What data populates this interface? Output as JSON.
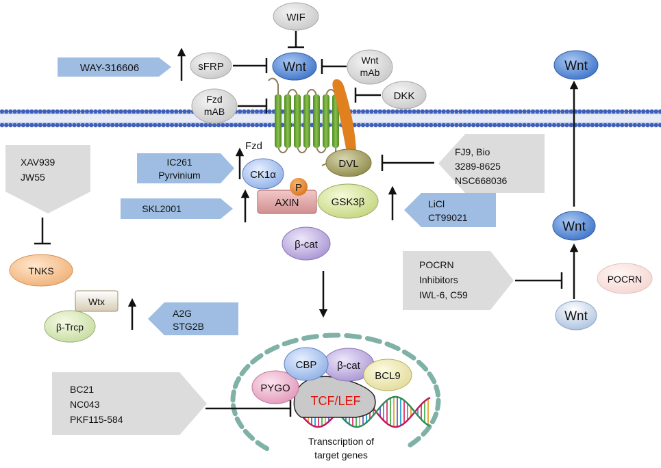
{
  "colors": {
    "membrane_head": "#3f5fb8",
    "drug_blue": "#9fbde3",
    "inhib_gray": "#dcdcdc",
    "receptor_green": "#5d9b2a",
    "dvl_orange": "#e0801f",
    "tcf_red": "#e3120b"
  },
  "extracellular": {
    "wnt": "Wnt",
    "wif": "WIF",
    "sfrp": "sFRP",
    "wnt_mab": [
      "Wnt",
      "mAb"
    ],
    "fzd_mab": [
      "Fzd",
      "mAB"
    ],
    "dkk": "DKK",
    "fzd_label": "Fzd"
  },
  "cytoplasm": {
    "ck1a": "CK1α",
    "p": "P",
    "dvl": "DVL",
    "axin": "AXIN",
    "gsk3b": "GSK3β",
    "bcat": "β-cat",
    "tnks": "TNKS",
    "wtx": "Wtx",
    "btrcp": "β-Trcp"
  },
  "drugs": {
    "way": "WAY-316606",
    "ic261": [
      "IC261",
      "Pyrvinium"
    ],
    "skl": "SKL2001",
    "licl": [
      "LiCl",
      "CT99021"
    ],
    "a2g": [
      "A2G",
      "STG2B"
    ]
  },
  "inhibitors": {
    "xav": [
      "XAV939",
      "JW55"
    ],
    "fj9": [
      "FJ9, Bio",
      "3289-8625",
      "NSC668036"
    ],
    "pocrn_inh": [
      "POCRN",
      "Inhibitors",
      "IWL-6, C59"
    ],
    "bc21": [
      "BC21",
      "NC043",
      "PKF115-584"
    ]
  },
  "nucleus": {
    "cbp": "CBP",
    "bcat": "β-cat",
    "bcl9": "BCL9",
    "pygo": "PYGO",
    "tcf": "TCF/LEF",
    "transcription": [
      "Transcription  of",
      "target genes"
    ]
  },
  "secretion": {
    "wnt_top": "Wnt",
    "wnt_mid": "Wnt",
    "wnt_bottom": "Wnt",
    "pocrn": "POCRN"
  }
}
